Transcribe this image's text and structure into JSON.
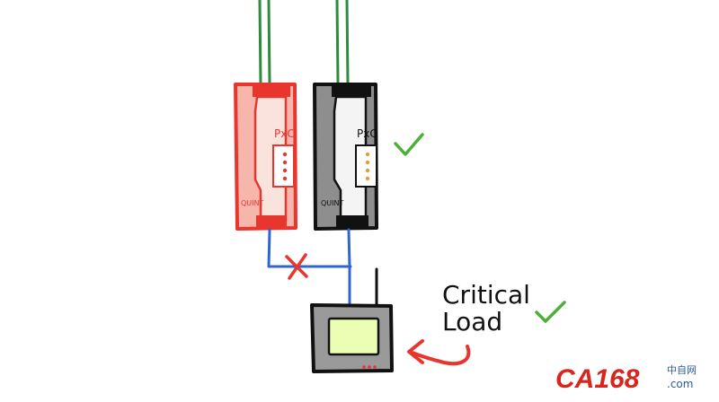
{
  "units": [
    {
      "id": "failed",
      "brand": "PxC",
      "model": "QUINT",
      "status": "failed"
    },
    {
      "id": "working",
      "brand": "PxC",
      "model": "QUINT",
      "status": "ok"
    }
  ],
  "load": {
    "line1": "Critical",
    "line2": "Load"
  },
  "watermark": {
    "main": "CA168",
    "sub1": "中自网",
    "sub2": ".com"
  },
  "colors": {
    "failed_unit": "#e8362f",
    "failed_unit_fill": "#f6b6ab",
    "working_unit": "#111111",
    "working_unit_fill": "#8e8e8e",
    "ac_wire": "#2e8b3e",
    "dc_wire": "#2f64d8",
    "check": "#4caf3a",
    "cross": "#e8362f",
    "screen": "#eaffb3",
    "watermark_red": "#d8261e",
    "watermark_blue": "#2c5aa0"
  }
}
